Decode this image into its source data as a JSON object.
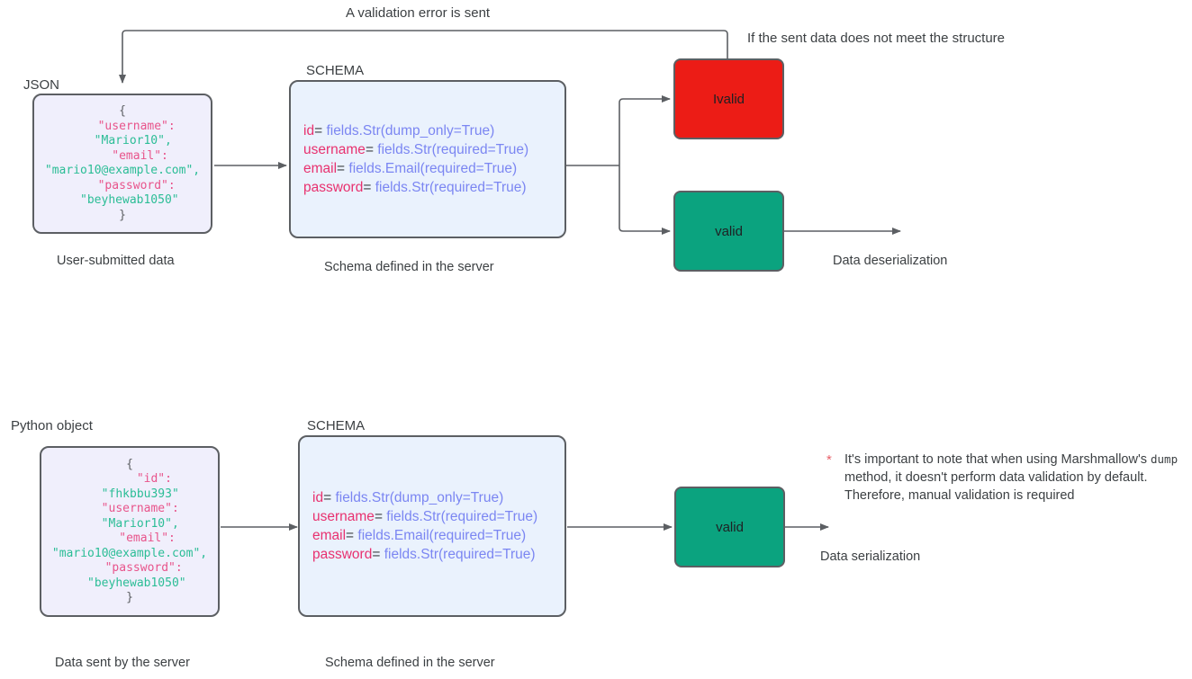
{
  "diagram": {
    "title": "Marshmallow serialization / deserialization flow",
    "colors": {
      "invalid_fill": "#ec1c16",
      "valid_fill": "#0ba37f",
      "json_fill": "#f0effc",
      "schema_fill": "#eaf2fd",
      "stroke": "#5c5f63",
      "key_pink": "#e8548b",
      "value_green": "#2bbd96",
      "schema_key": "#e8316f",
      "schema_value": "#7b86f2",
      "note_star": "#e8616a"
    }
  },
  "top_flow": {
    "feedback_label": "A validation error is sent",
    "condition_label": "If the sent data does not meet the structure",
    "json_box": {
      "title": "JSON",
      "caption": "User-submitted data",
      "code_lines": [
        "{",
        "    \"username\":",
        "   \"Marior10\",",
        "     \"email\":",
        "\"mario10@example.com\",",
        "    \"password\":",
        "  \"beyhewab1050\"",
        "}"
      ]
    },
    "schema_box": {
      "title": "SCHEMA",
      "caption": "Schema defined in the server",
      "fields": [
        {
          "name": "id",
          "eq": "= ",
          "definition": "fields.Str(dump_only=True)"
        },
        {
          "name": "username",
          "eq": "= ",
          "definition": "fields.Str(required=True)"
        },
        {
          "name": "email",
          "eq": "= ",
          "definition": "fields.Email(required=True)"
        },
        {
          "name": "password",
          "eq": "= ",
          "definition": "fields.Str(required=True)"
        }
      ]
    },
    "invalid_box": {
      "label": "Ivalid"
    },
    "valid_box": {
      "label": "valid"
    },
    "output_label": "Data deserialization"
  },
  "bottom_flow": {
    "python_box": {
      "title": "Python object",
      "caption": "Data sent by the server",
      "code_lines": [
        "{",
        "       \"id\":",
        "   \"fhkbbu393\"",
        "   \"username\":",
        "   \"Marior10\",",
        "     \"email\":",
        "\"mario10@example.com\",",
        "    \"password\":",
        "  \"beyhewab1050\"",
        "}"
      ]
    },
    "schema_box": {
      "title": "SCHEMA",
      "caption": "Schema defined in the server",
      "fields": [
        {
          "name": "id",
          "eq": "= ",
          "definition": "fields.Str(dump_only=True)"
        },
        {
          "name": "username",
          "eq": "= ",
          "definition": "fields.Str(required=True)"
        },
        {
          "name": "email",
          "eq": "= ",
          "definition": "fields.Email(required=True)"
        },
        {
          "name": "password",
          "eq": "= ",
          "definition": "fields.Str(required=True)"
        }
      ]
    },
    "valid_box": {
      "label": "valid"
    },
    "output_label": "Data serialization",
    "note": {
      "marker": "*",
      "part1": "It's important to note that when using Marshmallow's ",
      "mono": "dump",
      "part2": " method, it doesn't perform data validation by default. Therefore, manual validation is required"
    }
  }
}
